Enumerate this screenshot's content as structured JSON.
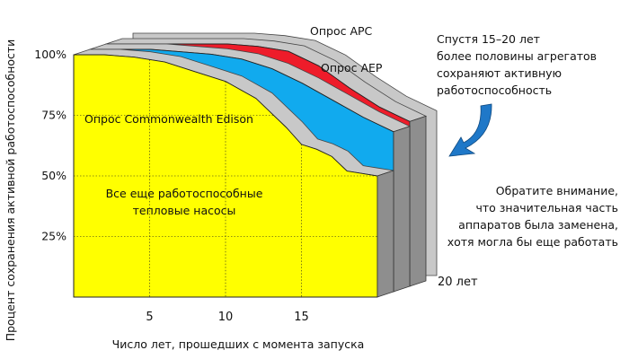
{
  "chart_data": {
    "type": "area",
    "ylabel": "Процент сохранения активной работоспособности",
    "xlabel": "Число лет, прошедших с момента запуска",
    "x_ticks": [
      "5",
      "10",
      "15"
    ],
    "y_ticks": [
      "25%",
      "50%",
      "75%",
      "100%"
    ],
    "xlim": [
      0,
      20
    ],
    "ylim": [
      0,
      100
    ],
    "end_label": "20 лет",
    "grid": true,
    "series": [
      {
        "name": "Опрос Commonwealth Edison",
        "color": "#FFFF00",
        "x": [
          0,
          2,
          4,
          6,
          8,
          10,
          12,
          14,
          15,
          16,
          17,
          18,
          19,
          20
        ],
        "y": [
          100,
          100,
          99,
          97,
          93,
          89,
          82,
          70,
          63,
          61,
          58,
          52,
          51,
          50
        ]
      },
      {
        "name": "Опрос AEP",
        "color": "#11AAEE",
        "x": [
          0,
          2,
          4,
          6,
          8,
          10,
          12,
          14,
          16,
          18,
          20
        ],
        "y": [
          100,
          100,
          100,
          99,
          98,
          96,
          92,
          86,
          79,
          72,
          66
        ]
      },
      {
        "name": "Опрос APC",
        "color": "#EE1C2A",
        "x": [
          0,
          2,
          4,
          6,
          8,
          10,
          12,
          14,
          16,
          18,
          20
        ],
        "y": [
          100,
          100,
          100,
          100,
          100,
          99,
          97,
          91,
          82,
          74,
          68
        ]
      }
    ],
    "area_label": [
      "Все еще работоспособные",
      "тепловые насосы"
    ],
    "annotations": {
      "top_right": [
        "Спустя 15–20 лет",
        "более половины агрегатов",
        "сохраняют активную",
        "работоспособность"
      ],
      "bottom_right": [
        "Обратите внимание,",
        "что значительная часть",
        "аппаратов была заменена,",
        "хотя могла бы еще работать"
      ]
    }
  },
  "colors": {
    "gray": "#C8C8C8",
    "gray_dark": "#8E8E8E",
    "arrow": "#1F78C8"
  }
}
